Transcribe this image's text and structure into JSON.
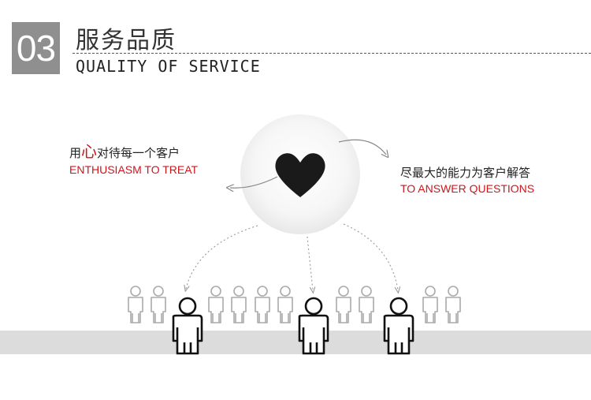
{
  "header": {
    "number": "03",
    "title_cn": "服务品质",
    "title_en": "QUALITY OF SERVICE"
  },
  "left": {
    "cn_prefix": "用",
    "cn_accent": "心",
    "cn_suffix": "对待每一个客户",
    "en": "ENTHUSIASM TO TREAT"
  },
  "right": {
    "cn": "尽最大的能力为客户解答",
    "en": "TO ANSWER QUESTIONS"
  },
  "colors": {
    "accent_red": "#d0141a",
    "number_box": "#8f8f8f",
    "floor": "#dcdcdc"
  },
  "icons": [
    "heart-icon",
    "person-icon"
  ]
}
